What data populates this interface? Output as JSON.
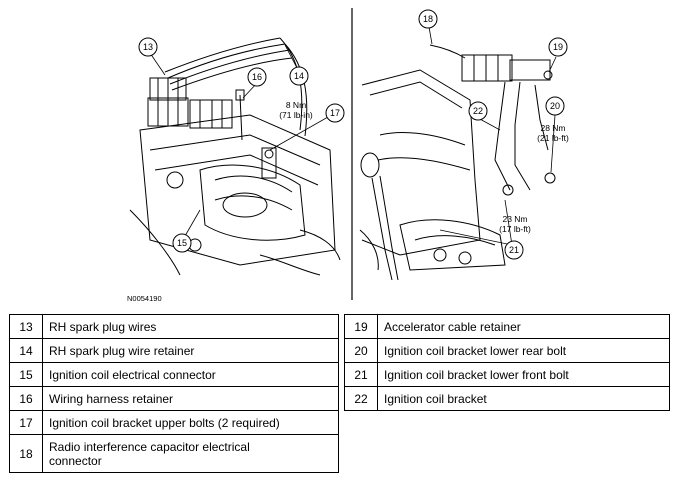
{
  "figure": {
    "figure_id": "N0054190",
    "callouts_left": [
      "13",
      "14",
      "15",
      "16",
      "17"
    ],
    "callouts_right": [
      "18",
      "19",
      "20",
      "21",
      "22"
    ],
    "torque_left": {
      "value": "8 Nm",
      "alt": "(71 lb-in)"
    },
    "torque_right_upper": {
      "value": "28 Nm",
      "alt": "(21 lb-ft)"
    },
    "torque_right_lower": {
      "value": "23 Nm",
      "alt": "(17 lb-ft)"
    }
  },
  "legend_left": [
    {
      "num": "13",
      "desc": "RH spark plug wires"
    },
    {
      "num": "14",
      "desc": "RH spark plug wire retainer"
    },
    {
      "num": "15",
      "desc": "Ignition coil electrical connector"
    },
    {
      "num": "16",
      "desc": "Wiring harness retainer"
    },
    {
      "num": "17",
      "desc": "Ignition coil bracket upper bolts (2 required)"
    },
    {
      "num": "18",
      "desc_line1": "Radio interference capacitor electrical",
      "desc_line2": "connector"
    }
  ],
  "legend_right": [
    {
      "num": "19",
      "desc": "Accelerator cable retainer"
    },
    {
      "num": "20",
      "desc": "Ignition coil bracket lower rear bolt"
    },
    {
      "num": "21",
      "desc": "Ignition coil bracket lower front bolt"
    },
    {
      "num": "22",
      "desc": "Ignition coil bracket"
    }
  ]
}
